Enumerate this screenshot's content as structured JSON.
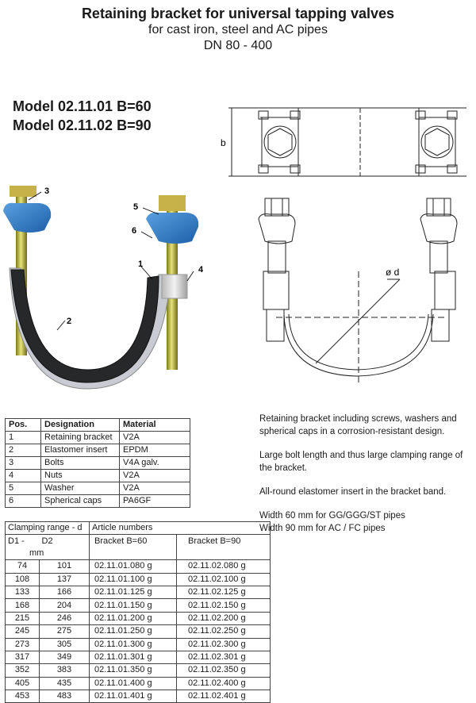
{
  "header": {
    "title": "Retaining bracket for universal tapping valves",
    "subtitle": "for cast iron, steel and AC pipes",
    "range": "DN 80 - 400"
  },
  "models": [
    "Model 02.11.01  B=60",
    "Model 02.11.02  B=90"
  ],
  "drawing_labels": {
    "b": "b",
    "d": "ø  d"
  },
  "callouts": [
    "1",
    "2",
    "3",
    "4",
    "5",
    "6"
  ],
  "positions_table": {
    "headers": [
      "Pos.",
      "Designation",
      "Material"
    ],
    "rows": [
      [
        "1",
        "Retaining bracket",
        "V2A"
      ],
      [
        "2",
        "Elastomer insert",
        "EPDM"
      ],
      [
        "3",
        "Bolts",
        "V4A galv."
      ],
      [
        "4",
        "Nuts",
        "V2A"
      ],
      [
        "5",
        "Washer",
        "V2A"
      ],
      [
        "6",
        "Spherical caps",
        "PA6GF"
      ]
    ]
  },
  "description": {
    "p1": "Retaining bracket including screws, washers and spherical caps in a corrosion-resistant design.",
    "p2": "Large bolt length and thus large clamping range of the bracket.",
    "p3": "All-round elastomer insert in the bracket band.",
    "p4": "Width 60 mm for GG/GGG/ST pipes",
    "p5": "Width 90 mm for AC / FC pipes"
  },
  "clamping_table": {
    "header_range": "Clamping range - d",
    "header_articles": "Article numbers",
    "sub_d1": "D1    -",
    "sub_d2": "D2",
    "sub_b60": "Bracket B=60",
    "sub_b90": "Bracket B=90",
    "unit": "mm",
    "rows": [
      [
        "74",
        "101",
        "02.11.01.080 g",
        "02.11.02.080 g"
      ],
      [
        "108",
        "137",
        "02.11.01.100 g",
        "02.11.02.100 g"
      ],
      [
        "133",
        "166",
        "02.11.01.125 g",
        "02.11.02.125 g"
      ],
      [
        "168",
        "204",
        "02.11.01.150 g",
        "02.11.02.150 g"
      ],
      [
        "215",
        "246",
        "02.11.01.200 g",
        "02.11.02.200 g"
      ],
      [
        "245",
        "275",
        "02.11.01.250 g",
        "02.11.02.250 g"
      ],
      [
        "273",
        "305",
        "02.11.01.300 g",
        "02.11.02.300 g"
      ],
      [
        "317",
        "349",
        "02.11.01.301 g",
        "02.11.02.301 g"
      ],
      [
        "352",
        "383",
        "02.11.01.350 g",
        "02.11.02.350 g"
      ],
      [
        "405",
        "435",
        "02.11.01.400 g",
        "02.11.02.400 g"
      ],
      [
        "453",
        "483",
        "02.11.01.401 g",
        "02.11.02.401 g"
      ]
    ]
  }
}
